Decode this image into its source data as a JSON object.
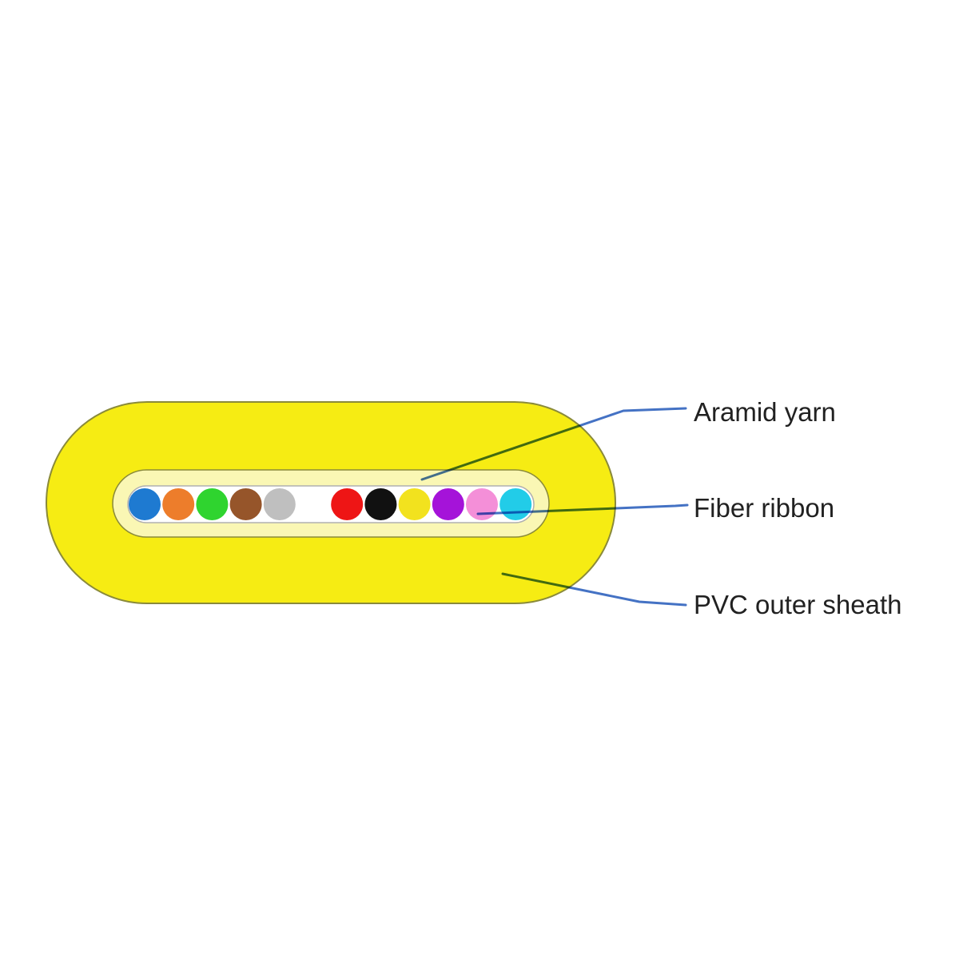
{
  "diagram": {
    "type": "fiber-optic-flat-ribbon-cable-cross-section",
    "labels": {
      "aramid_yarn": "Aramid yarn",
      "fiber_ribbon": "Fiber ribbon",
      "pvc_outer_sheath": "PVC outer sheath"
    },
    "colors": {
      "background": "#ffffff",
      "outer_sheath_fill": "#f6ec13",
      "outer_sheath_border": "#8a8a3a",
      "aramid_layer_fill": "#faf7b4",
      "aramid_layer_border": "#8a8a3a",
      "ribbon_fill": "#ffffff",
      "ribbon_border": "#b0b0b0",
      "leader_line": "#4472c4",
      "label_text": "#212121"
    },
    "fibers": [
      {
        "name": "blue",
        "color": "#1e7ad1"
      },
      {
        "name": "orange",
        "color": "#ed7d2b"
      },
      {
        "name": "green",
        "color": "#2fd42f"
      },
      {
        "name": "brown",
        "color": "#96552a"
      },
      {
        "name": "slate",
        "color": "#bfbfbf"
      },
      {
        "name": "white",
        "color": "#ffffff"
      },
      {
        "name": "red",
        "color": "#ee1515"
      },
      {
        "name": "black",
        "color": "#111111"
      },
      {
        "name": "yellow",
        "color": "#f2e21e"
      },
      {
        "name": "violet",
        "color": "#a513d9"
      },
      {
        "name": "rose",
        "color": "#f48fd8"
      },
      {
        "name": "aqua",
        "color": "#22cce8"
      }
    ]
  }
}
